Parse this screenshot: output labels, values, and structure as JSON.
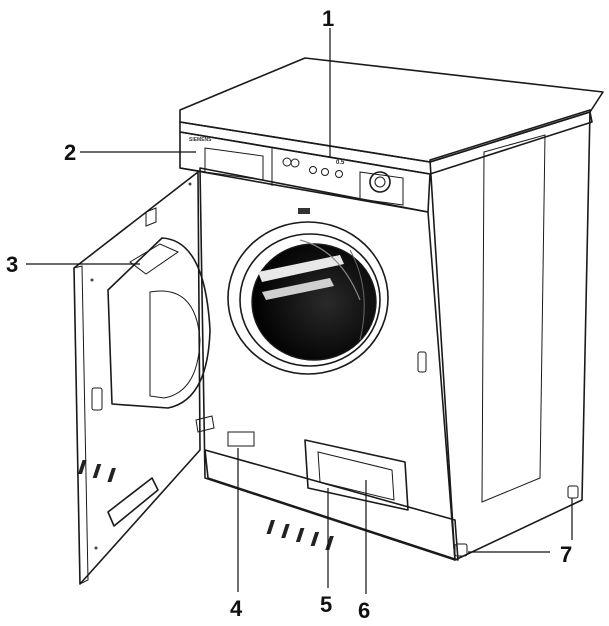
{
  "callouts": [
    {
      "id": "1",
      "label": "1"
    },
    {
      "id": "2",
      "label": "2"
    },
    {
      "id": "3",
      "label": "3"
    },
    {
      "id": "4",
      "label": "4"
    },
    {
      "id": "5",
      "label": "5"
    },
    {
      "id": "6",
      "label": "6"
    },
    {
      "id": "7",
      "label": "7"
    }
  ],
  "appliance": {
    "brand_text": "SIEMENS",
    "panel_text": "0.5"
  }
}
